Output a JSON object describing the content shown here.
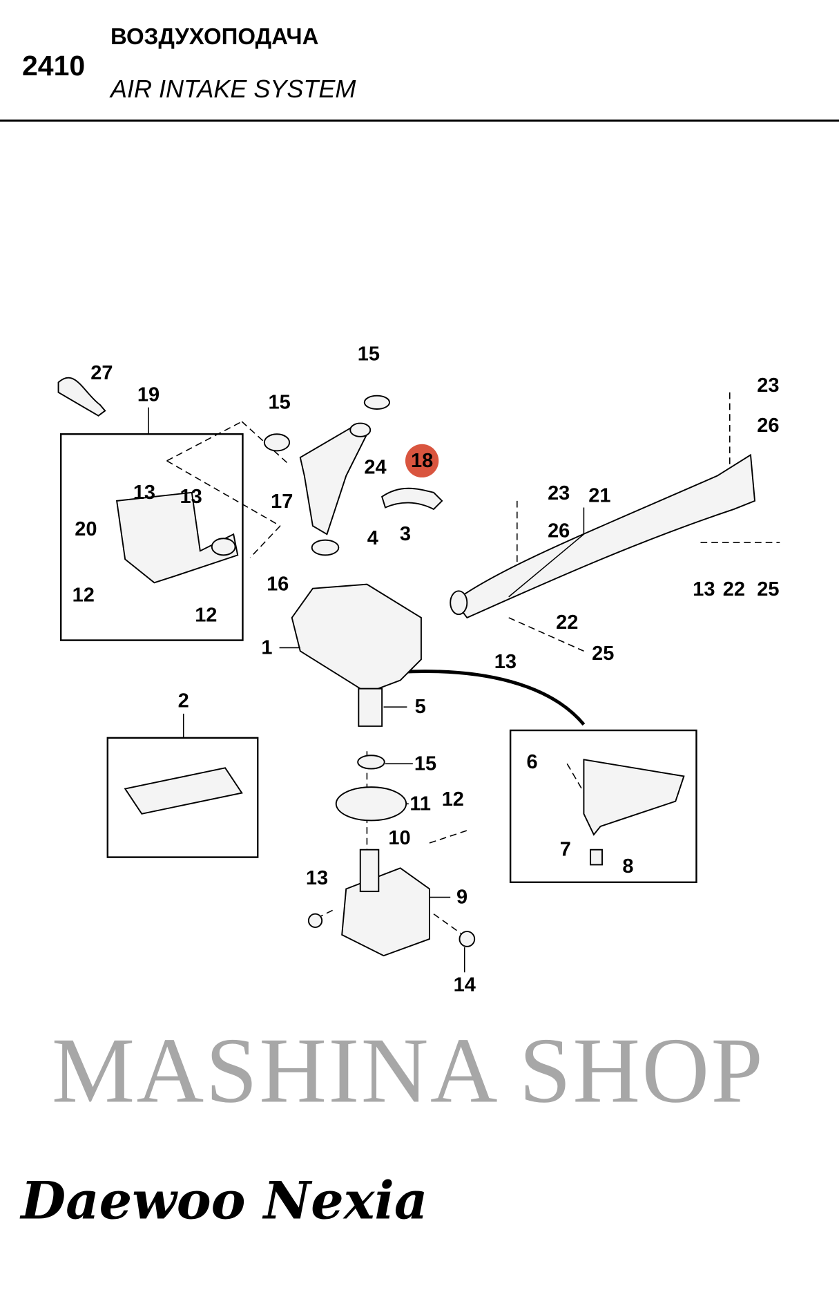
{
  "header": {
    "code": "2410",
    "title_ru": "ВОЗДУХОПОДАЧА",
    "title_en": "AIR INTAKE SYSTEM"
  },
  "watermark": "MASHINA SHOP",
  "brand": "Daewoo Nexia",
  "highlight_color": "#d9553f",
  "callouts": [
    "27",
    "19",
    "15",
    "15",
    "18",
    "24",
    "17",
    "13",
    "13",
    "20",
    "4",
    "3",
    "16",
    "12",
    "12",
    "23",
    "26",
    "23",
    "21",
    "26",
    "13",
    "22",
    "25",
    "22",
    "1",
    "13",
    "25",
    "2",
    "5",
    "15",
    "6",
    "11",
    "12",
    "10",
    "7",
    "8",
    "13",
    "9",
    "14"
  ],
  "highlighted_part": "18"
}
